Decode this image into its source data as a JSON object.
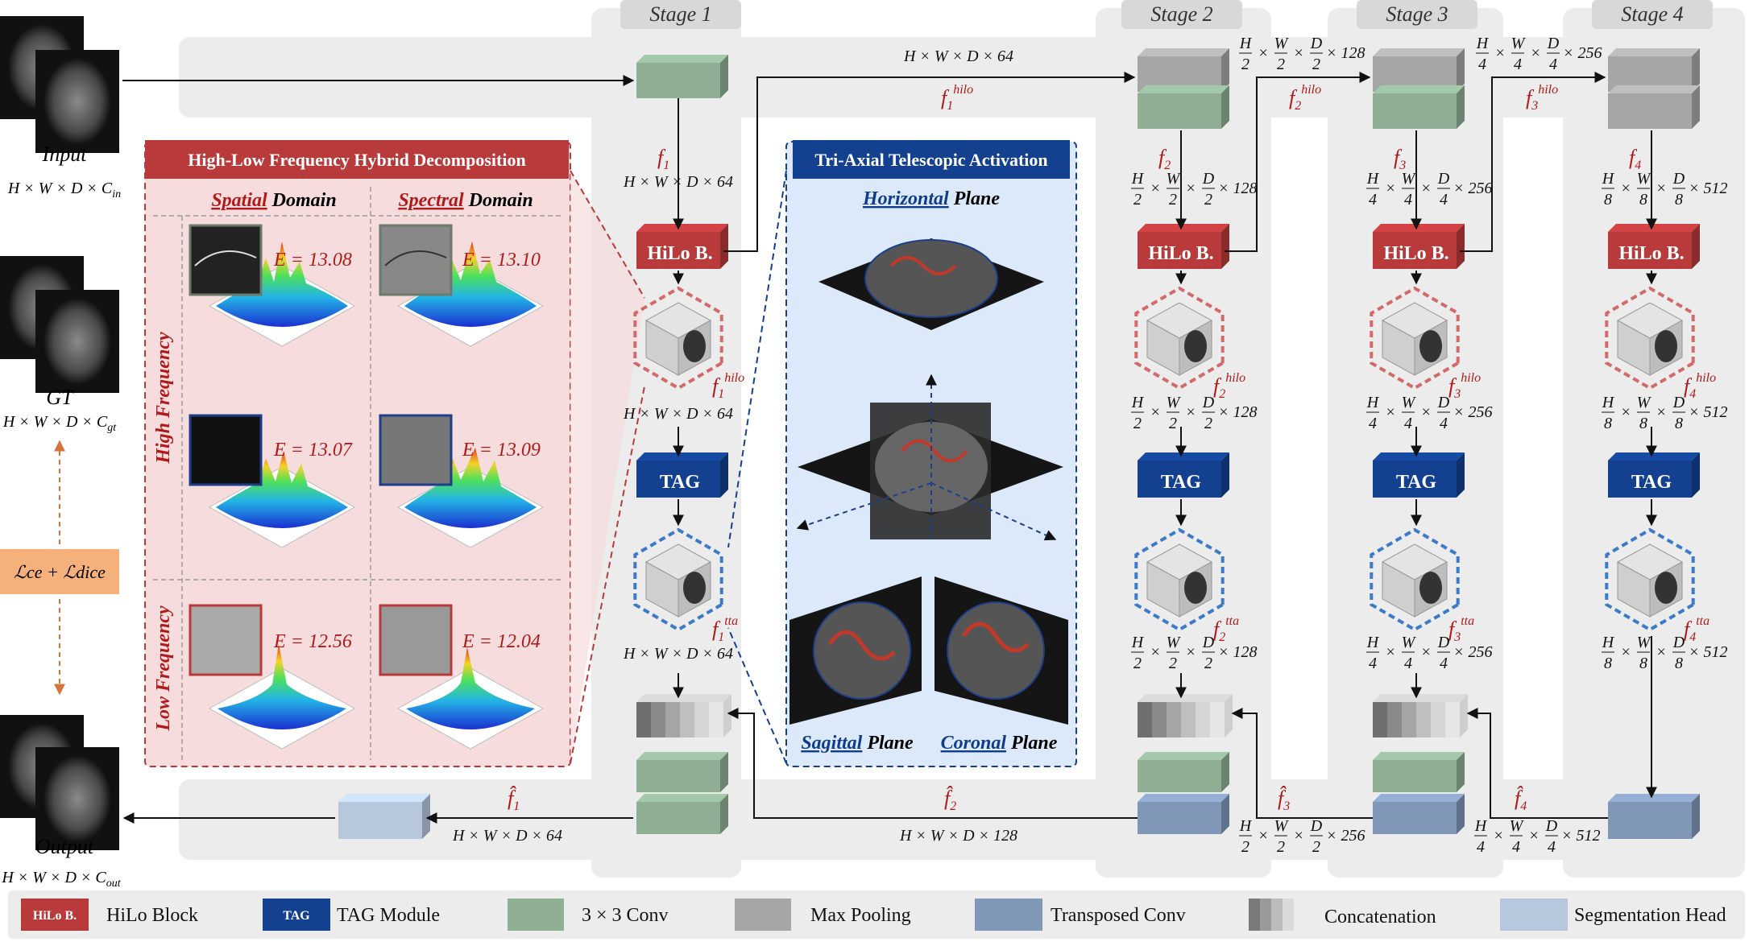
{
  "stages": {
    "stage1": "Stage 1",
    "stage2": "Stage 2",
    "stage3": "Stage 3",
    "stage4": "Stage 4"
  },
  "inputs": {
    "input_label": "Input",
    "input_dim": "H × W × D × C",
    "input_dim_sub": "in",
    "gt_label": "GT",
    "gt_dim": "H × W × D × C",
    "gt_dim_sub": "gt",
    "output_label": "Output",
    "output_dim": "H × W × D × C",
    "output_dim_sub": "out",
    "loss": "ℒce + ℒdice"
  },
  "blocks": {
    "hilo": "HiLo B.",
    "tag": "TAG"
  },
  "features": {
    "f1": "f",
    "f1_sub": "1",
    "f2": "f",
    "f2_sub": "2",
    "f3": "f",
    "f3_sub": "3",
    "f4": "f",
    "f4_sub": "4",
    "hilo_sup": "hilo",
    "tta_sup": "tta",
    "hat_f1": "f̂",
    "hat_f1_sub": "1",
    "hat_f2": "f̂",
    "hat_f2_sub": "2",
    "hat_f3": "f̂",
    "hat_f3_sub": "3",
    "hat_f4": "f̂",
    "hat_f4_sub": "4"
  },
  "dims": {
    "d_full_64": "H × W × D × 64",
    "d_full_128": "H × W × D × 128",
    "d_half_128": "× 128",
    "d_half_256": "× 256",
    "d_quarter_256": "× 256",
    "d_quarter_512": "× 512",
    "d_eighth_512": "× 512",
    "H": "H",
    "W": "W",
    "D": "D",
    "two": "2",
    "four": "4",
    "eight": "8"
  },
  "hilo_panel": {
    "title": "High-Low Frequency Hybrid Decomposition",
    "spatial": "Spatial",
    "spatial_rest": " Domain",
    "spectral": "Spectral",
    "spectral_rest": " Domain",
    "high_freq": "High",
    "high_freq_rest": " Frequency",
    "low_freq": "Low",
    "low_freq_rest": " Frequency",
    "e1": "E = 13.08",
    "e2": "E = 13.10",
    "e3": "E = 13.07",
    "e4": "E = 13.09",
    "e5": "E = 12.56",
    "e6": "E = 12.04"
  },
  "tag_panel": {
    "title": "Tri-Axial Telescopic Activation",
    "horizontal": "Horizontal",
    "horizontal_rest": " Plane",
    "sagittal": "Sagittal",
    "sagittal_rest": " Plane",
    "coronal": "Coronal",
    "coronal_rest": " Plane"
  },
  "legend": {
    "hilo_icon": "HiLo B.",
    "hilo": "HiLo Block",
    "tag_icon": "TAG",
    "tag": "TAG Module",
    "conv": "3 × 3 Conv",
    "pool": "Max Pooling",
    "tconv": "Transposed Conv",
    "concat": "Concatenation",
    "seghead": "Segmentation Head"
  },
  "colors": {
    "hilo": "#b83a3a",
    "tag": "#13408f",
    "conv": "#8fae94",
    "pool": "#a6a6a6",
    "tconv": "#8197b8",
    "seghead": "#b7c7dc",
    "loss": "#f5b07c",
    "accent_red": "#b01a1a"
  }
}
